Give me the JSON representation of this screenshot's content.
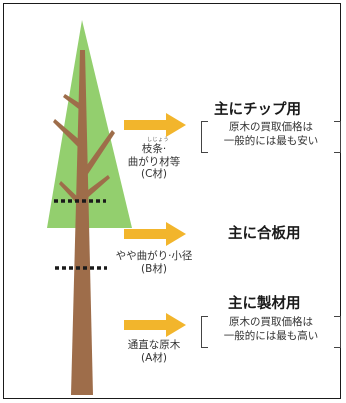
{
  "grades": [
    {
      "ruby": "しじょう",
      "label_lines": [
        "枝条·",
        "曲がり材等",
        "(C材)"
      ],
      "use": "主にチップ用",
      "note_lines": [
        "原木の買取価格は",
        "一般的には最も安い"
      ]
    },
    {
      "label_lines": [
        "やや曲がり·小径",
        "(B材)"
      ],
      "use": "主に合板用"
    },
    {
      "label_lines": [
        "通直な原木",
        "(A材)"
      ],
      "use": "主に製材用",
      "note_lines": [
        "原木の買取価格は",
        "一般的には最も高い"
      ]
    }
  ],
  "colors": {
    "crown": "#93cf6e",
    "trunk": "#9e6d4a",
    "arrow": "#f2b52c",
    "cut_line": "#1a1a1a"
  }
}
